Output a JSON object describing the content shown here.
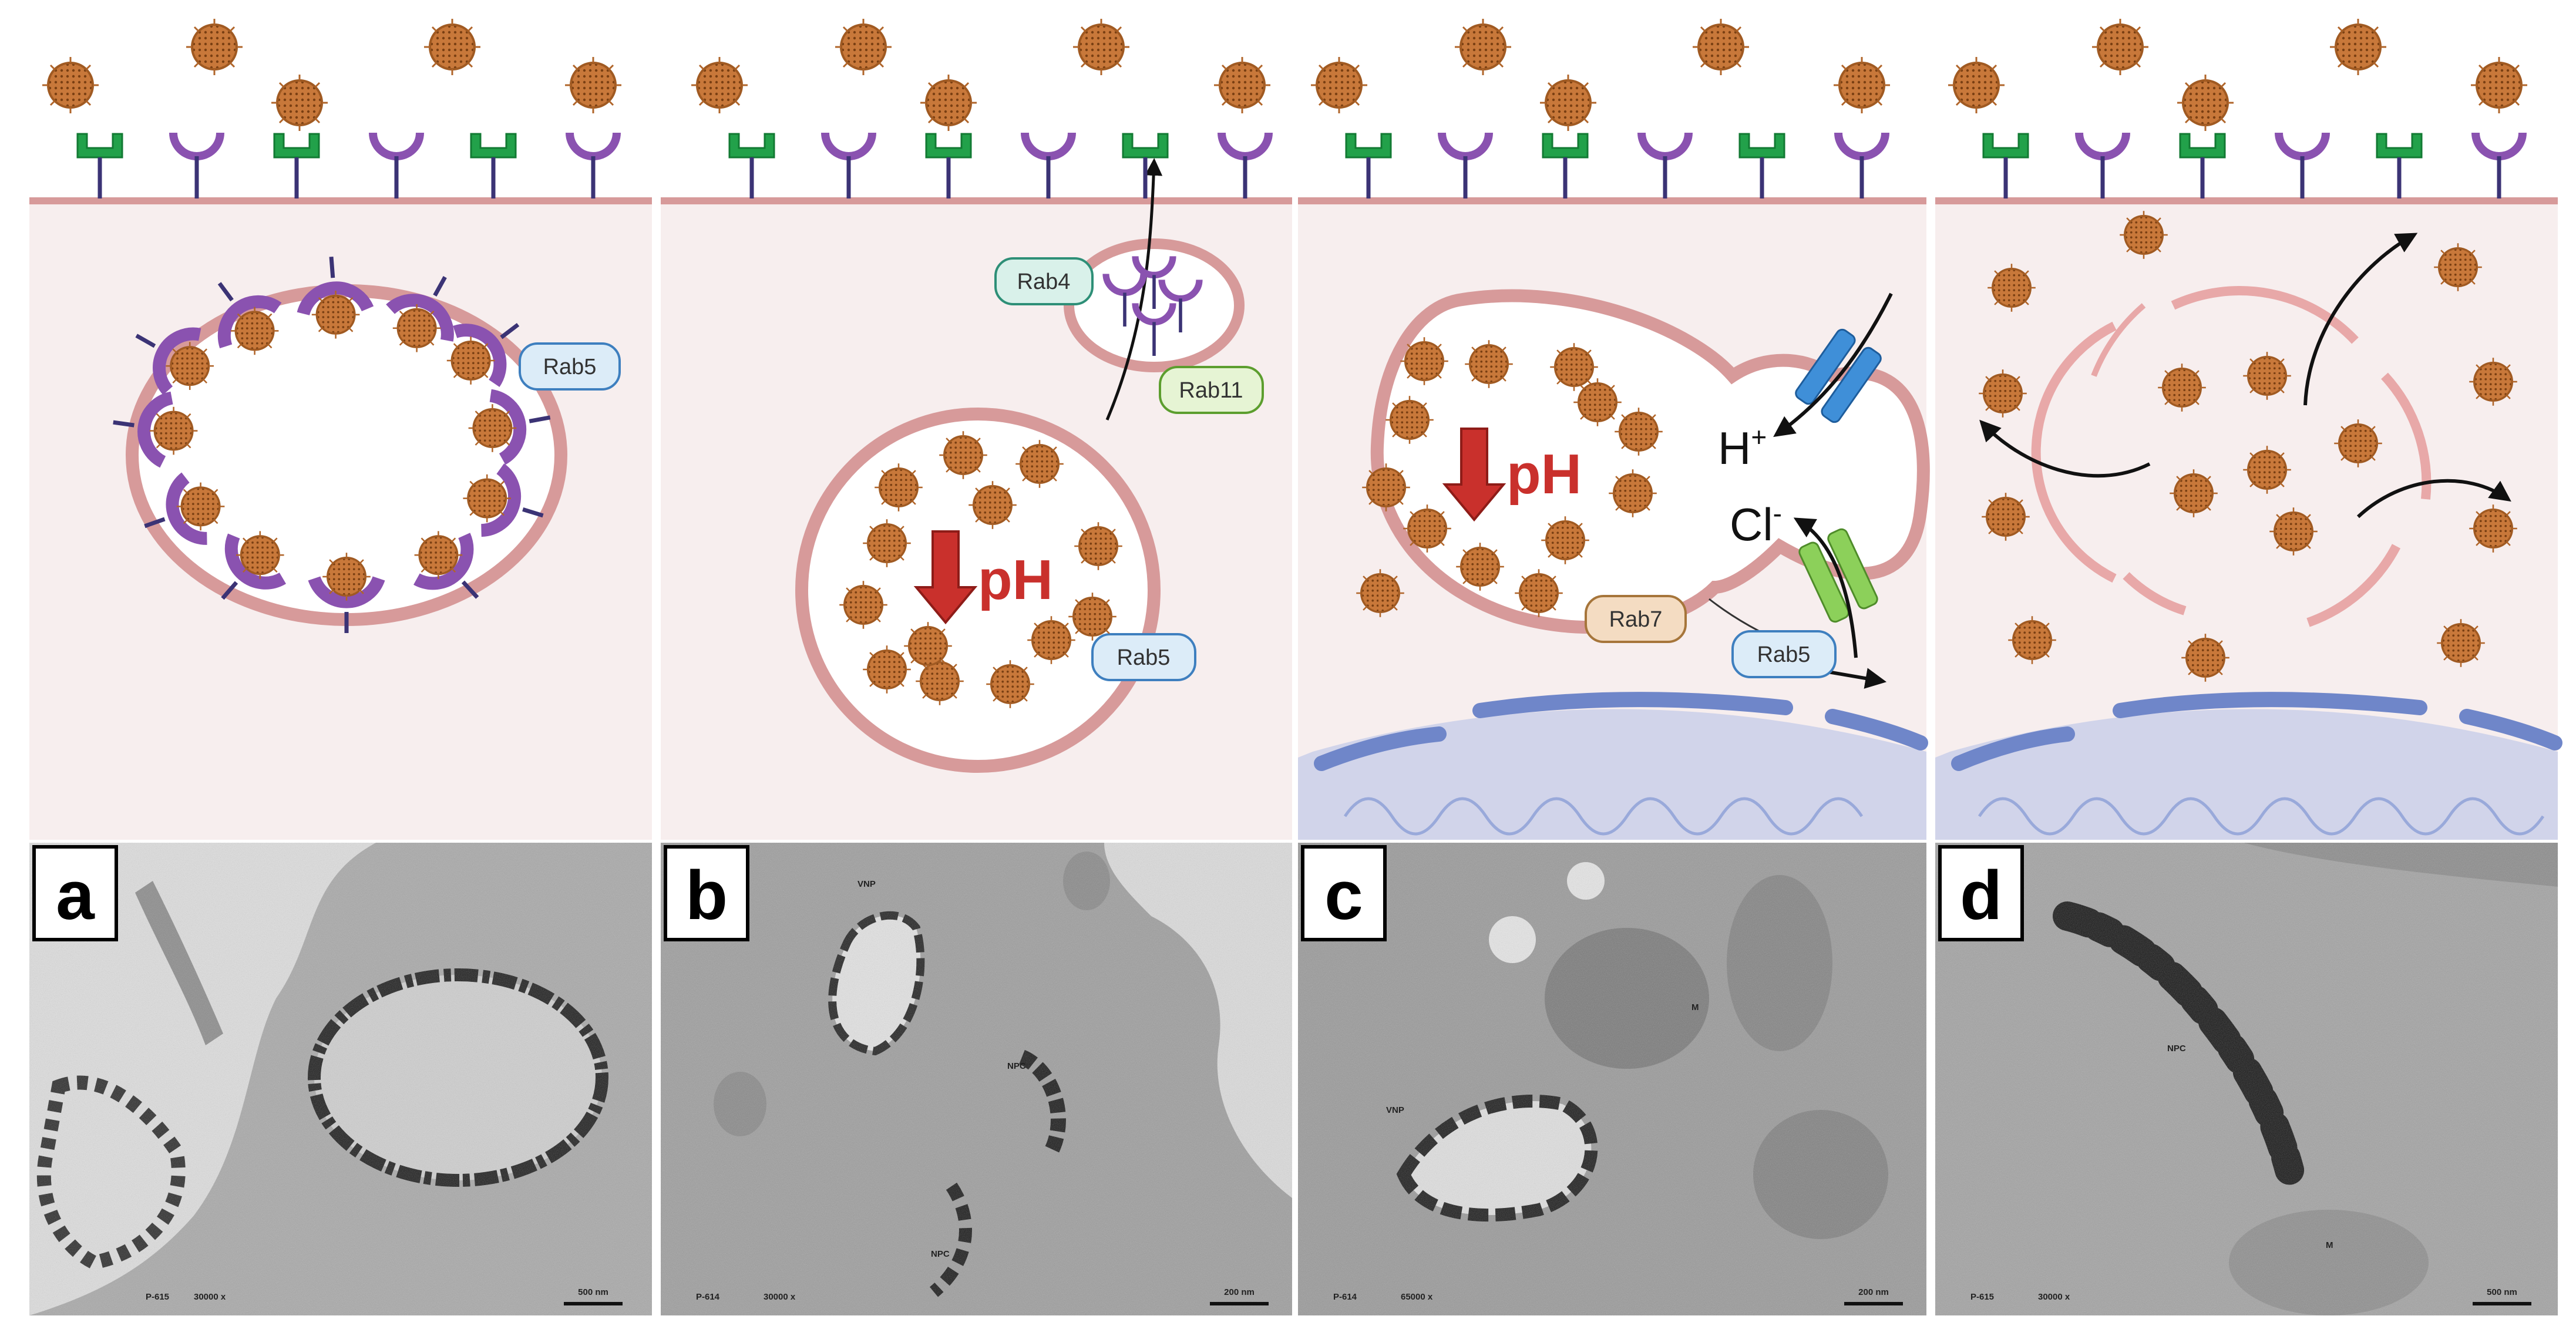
{
  "panels": [
    {
      "letter": "a",
      "rab_labels": [
        "Rab5"
      ],
      "micro_labels": [
        "P-615",
        "30000 x",
        "500 nm"
      ]
    },
    {
      "letter": "b",
      "rab_labels": [
        "Rab4",
        "Rab11",
        "Rab5"
      ],
      "ph_label": "pH",
      "micro_labels": [
        "VNP",
        "NPC",
        "NPC",
        "P-614",
        "30000 x",
        "200 nm"
      ]
    },
    {
      "letter": "c",
      "rab_labels": [
        "Rab7",
        "Rab5"
      ],
      "ph_label": "pH",
      "ions": {
        "h_base": "H",
        "h_sup": "+",
        "cl_base": "Cl",
        "cl_sup": "-"
      },
      "micro_labels": [
        "VNP",
        "M",
        "P-614",
        "65000 x",
        "200 nm"
      ]
    },
    {
      "letter": "d",
      "rab_labels": [],
      "micro_labels": [
        "NPC",
        "M",
        "P-615",
        "30000 x",
        "500 nm"
      ]
    }
  ],
  "colors": {
    "cytoplasm": "#f7eeee",
    "membrane": "#d79a9a",
    "receptor_green": "#22a14a",
    "receptor_purple": "#8a52b0",
    "nanoparticle": "#c8783a",
    "nucleus": "#c7cde8",
    "nucleus_membrane": "#6f86c9",
    "ph_arrow": "#c9302c",
    "rab5_fill": "#dcecf8",
    "rab4_fill": "#d9f1ea",
    "rab11_fill": "#e6f4d4",
    "rab7_fill": "#f4dcc2",
    "proton_pump": "#3f8fd8",
    "chloride_channel": "#8cd05a"
  }
}
